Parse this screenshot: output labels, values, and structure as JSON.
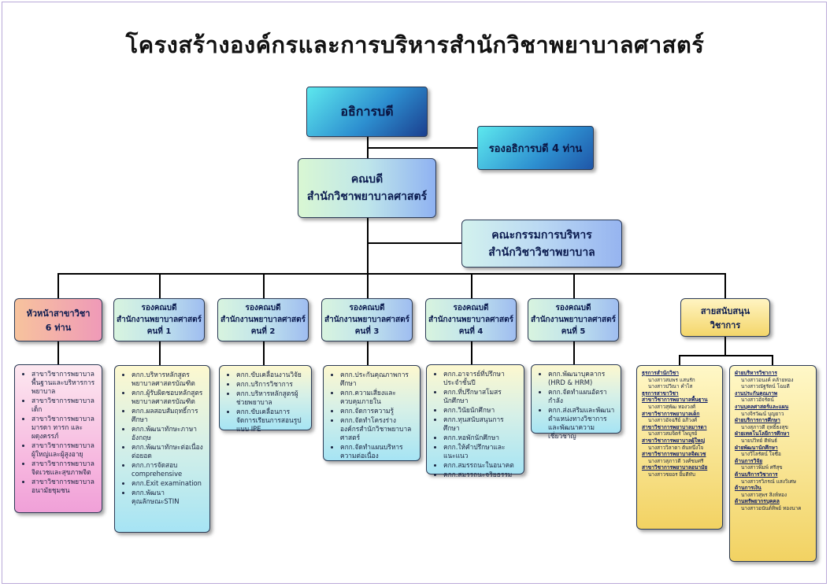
{
  "title": "โครงสร้างองค์กรและการบริหารสำนักวิชาพยาบาลศาสตร์",
  "president": "อธิการบดี",
  "vice_presidents": "รองอธิการบดี 4 ท่าน",
  "dean": {
    "line1": "คณบดี",
    "line2": "สำนักวิชาพยาบาลศาสตร์"
  },
  "committee": {
    "line1": "คณะกรรมการบริหาร",
    "line2": "สำนักวิชาวิชาพยาบาล"
  },
  "department_heads": {
    "line1": "หัวหน้าสาขาวิชา",
    "line2": "6 ท่าน",
    "items": [
      "สาขาวิชาการพยาบาลพื้นฐานและบริหารการพยาบาล",
      "สาขาวิชาการพยาบาลเด็ก",
      "สาขาวิชาการพยาบาลมารดา ทารก และผดุงครรภ์",
      "สาขาวิชาการพยาบาลผู้ใหญ่และผู้สูงอายุ",
      "สาขาวิชาการพยาบาลจิตเวชและสุขภาพจิต",
      "สาขาวิชาการพยาบาลอนามัยชุมชน"
    ]
  },
  "associate_deans": [
    {
      "line1": "รองคณบดี",
      "line2": "สำนักงานพยาบาลศาสตร์",
      "line3": "คนที่ 1",
      "items": [
        "คกก.บริหารหลักสูตรพยาบาลศาสตรบัณฑิต",
        "คกก.ผู้รับผิดชอบหลักสูตรพยาบาลศาสตรบัณฑิต",
        "คกก.ผลสอบสัมฤทธิ์การศึกษา",
        "คกก.พัฒนาทักษะภาษาอังกฤษ",
        "คกก.พัฒนาทักษะต่อเนื่องต่อยอด",
        "คกก.การจัดสอบ comprehensive",
        "คกก.Exit examination",
        "คกก.พัฒนาคุณลักษณะSTIN"
      ]
    },
    {
      "line1": "รองคณบดี",
      "line2": "สำนักงานพยาบาลศาสตร์",
      "line3": "คนที่ 2",
      "items": [
        "คกก.ขับเคลื่อนงานวิจัย",
        "คกก.บริการวิชาการ",
        "คกก.บริหารหลักสูตรผู้ช่วยพยาบาล",
        "คกก.ขับเคลื่อนการจัดการเรียนการสอนรูปแบบ IPE"
      ]
    },
    {
      "line1": "รองคณบดี",
      "line2": "สำนักงานพยาบาลศาสตร์",
      "line3": "คนที่ 3",
      "items": [
        "คกก.ประกันคุณภาพการศึกษา",
        "คกก.ความเสี่ยงและควบคุมภายใน",
        "คกก.จัดการความรู้",
        "คกก.จัดทำโครงร่างองค์กรสำนักวิชาพยาบาลศาสตร์",
        "คกก.จัดทำแผนบริหารความต่อเนื่อง"
      ]
    },
    {
      "line1": "รองคณบดี",
      "line2": "สำนักงานพยาบาลศาสตร์",
      "line3": "คนที่ 4",
      "items": [
        "คกก.อาจารย์ที่ปรึกษาประจำชั้นปี",
        "คกก.ที่ปรึกษาสโมสรนักศึกษา",
        "คกก.วินัยนักศึกษา",
        "คกก.ทุนสนับสนุนการศึกษา",
        "คกก.หอพักนักศึกษา",
        "คกก.ให้คำปรึกษาและแนะแนว",
        "คกก.สมรรถนะในอนาคต",
        "คกก.สมรรถนะจริยธรรม"
      ]
    },
    {
      "line1": "รองคณบดี",
      "line2": "สำนักงานพยาบาลศาสตร์",
      "line3": "คนที่ 5",
      "items": [
        "คกก.พัฒนาบุคลากร (HRD & HRM)",
        "คกก.จัดทำแผนอัตรากำลัง",
        "คกก.ส่งเสริมและพัฒนาตำแหน่งทางวิชาการและพัฒนาความเชี่ยวชาญ"
      ]
    }
  ],
  "support": {
    "line1": "สายสนับสนุน",
    "line2": "วิชาการ",
    "left": [
      {
        "t": "h",
        "v": "ธุรการสำนักวิชา"
      },
      {
        "t": "n",
        "v": "นางสาวสมพร แสนรัก"
      },
      {
        "t": "n",
        "v": "นางสาวปวีณา คำไส"
      },
      {
        "t": "h",
        "v": "ธุรการสาขาวิชา"
      },
      {
        "t": "h",
        "v": "สาขาวิชาการพยาบาลพื้นฐาน"
      },
      {
        "t": "n",
        "v": "นางสาวสุพัฒ ทองวงศ์"
      },
      {
        "t": "h",
        "v": "สาขาวิชาการพยาบาลเด็ก"
      },
      {
        "t": "n",
        "v": "นางสาวอัจฉรีย์ อภิวงศ์"
      },
      {
        "t": "h",
        "v": "สาขาวิชาการพยาบาลมารดา"
      },
      {
        "t": "n",
        "v": "นางสาวสมจิตร์ ไพบูรย์"
      },
      {
        "t": "h",
        "v": "สาขาวิชาการพยาบาลผู้ใหญ่"
      },
      {
        "t": "n",
        "v": "นางสาววิลาดา ต้นหนึ่งใจ"
      },
      {
        "t": "h",
        "v": "สาขาวิชาการพยาบาลจิตเวช"
      },
      {
        "t": "n",
        "v": "นางสาวสุภาวดี วงศ์ชมศรี"
      },
      {
        "t": "h",
        "v": "สาขาวิชาการพยาบาลอนามัย"
      },
      {
        "t": "n",
        "v": "นางสาวชยอร ยิ้มดีทับ"
      }
    ],
    "right": [
      {
        "t": "h",
        "v": "ฝ่ายบริหารวิชาการ"
      },
      {
        "t": "n",
        "v": "นางสาวอนงค์ คล้ายทอง"
      },
      {
        "t": "n",
        "v": "นางสาวณัฐรัตน์ โฉมดี"
      },
      {
        "t": "h",
        "v": "งานประกันคุณภาพ"
      },
      {
        "t": "n",
        "v": "นางสาวอัจรัตน์"
      },
      {
        "t": "h",
        "v": "งานบุคลศาสตร์และแผน"
      },
      {
        "t": "n",
        "v": "นางจิรวัฒน์ บุญยาว"
      },
      {
        "t": "h",
        "v": "ฝ่ายบริการการศึกษา"
      },
      {
        "t": "n",
        "v": "นางสุภาวดี ฤทธิ์ธงสุข"
      },
      {
        "t": "h",
        "v": "ฝ่ายเทคโนโลยีการศึกษา"
      },
      {
        "t": "n",
        "v": "นายปวิทย์ ดีพันธ์"
      },
      {
        "t": "h",
        "v": "ฝ่ายพัฒนานักศึกษา"
      },
      {
        "t": "n",
        "v": "นางวิไลรัตน์ ใจซื่อ"
      },
      {
        "t": "h",
        "v": "ด้านการวิจัย"
      },
      {
        "t": "n",
        "v": "นางสาวพิมพ์ ศรีสุข"
      },
      {
        "t": "h",
        "v": "ด้านบริการวิชาการ"
      },
      {
        "t": "n",
        "v": "นางสาวรวิภรณ์ แสงวิเศษ"
      },
      {
        "t": "h",
        "v": "ด้านการเงิน"
      },
      {
        "t": "n",
        "v": "นางสาวสุพร สิงห์ทอง"
      },
      {
        "t": "h",
        "v": "ด้านทรัพยากรบุคคล"
      },
      {
        "t": "n",
        "v": "นางสาวอนันต์ทิพย์ ทองนาค"
      }
    ]
  }
}
